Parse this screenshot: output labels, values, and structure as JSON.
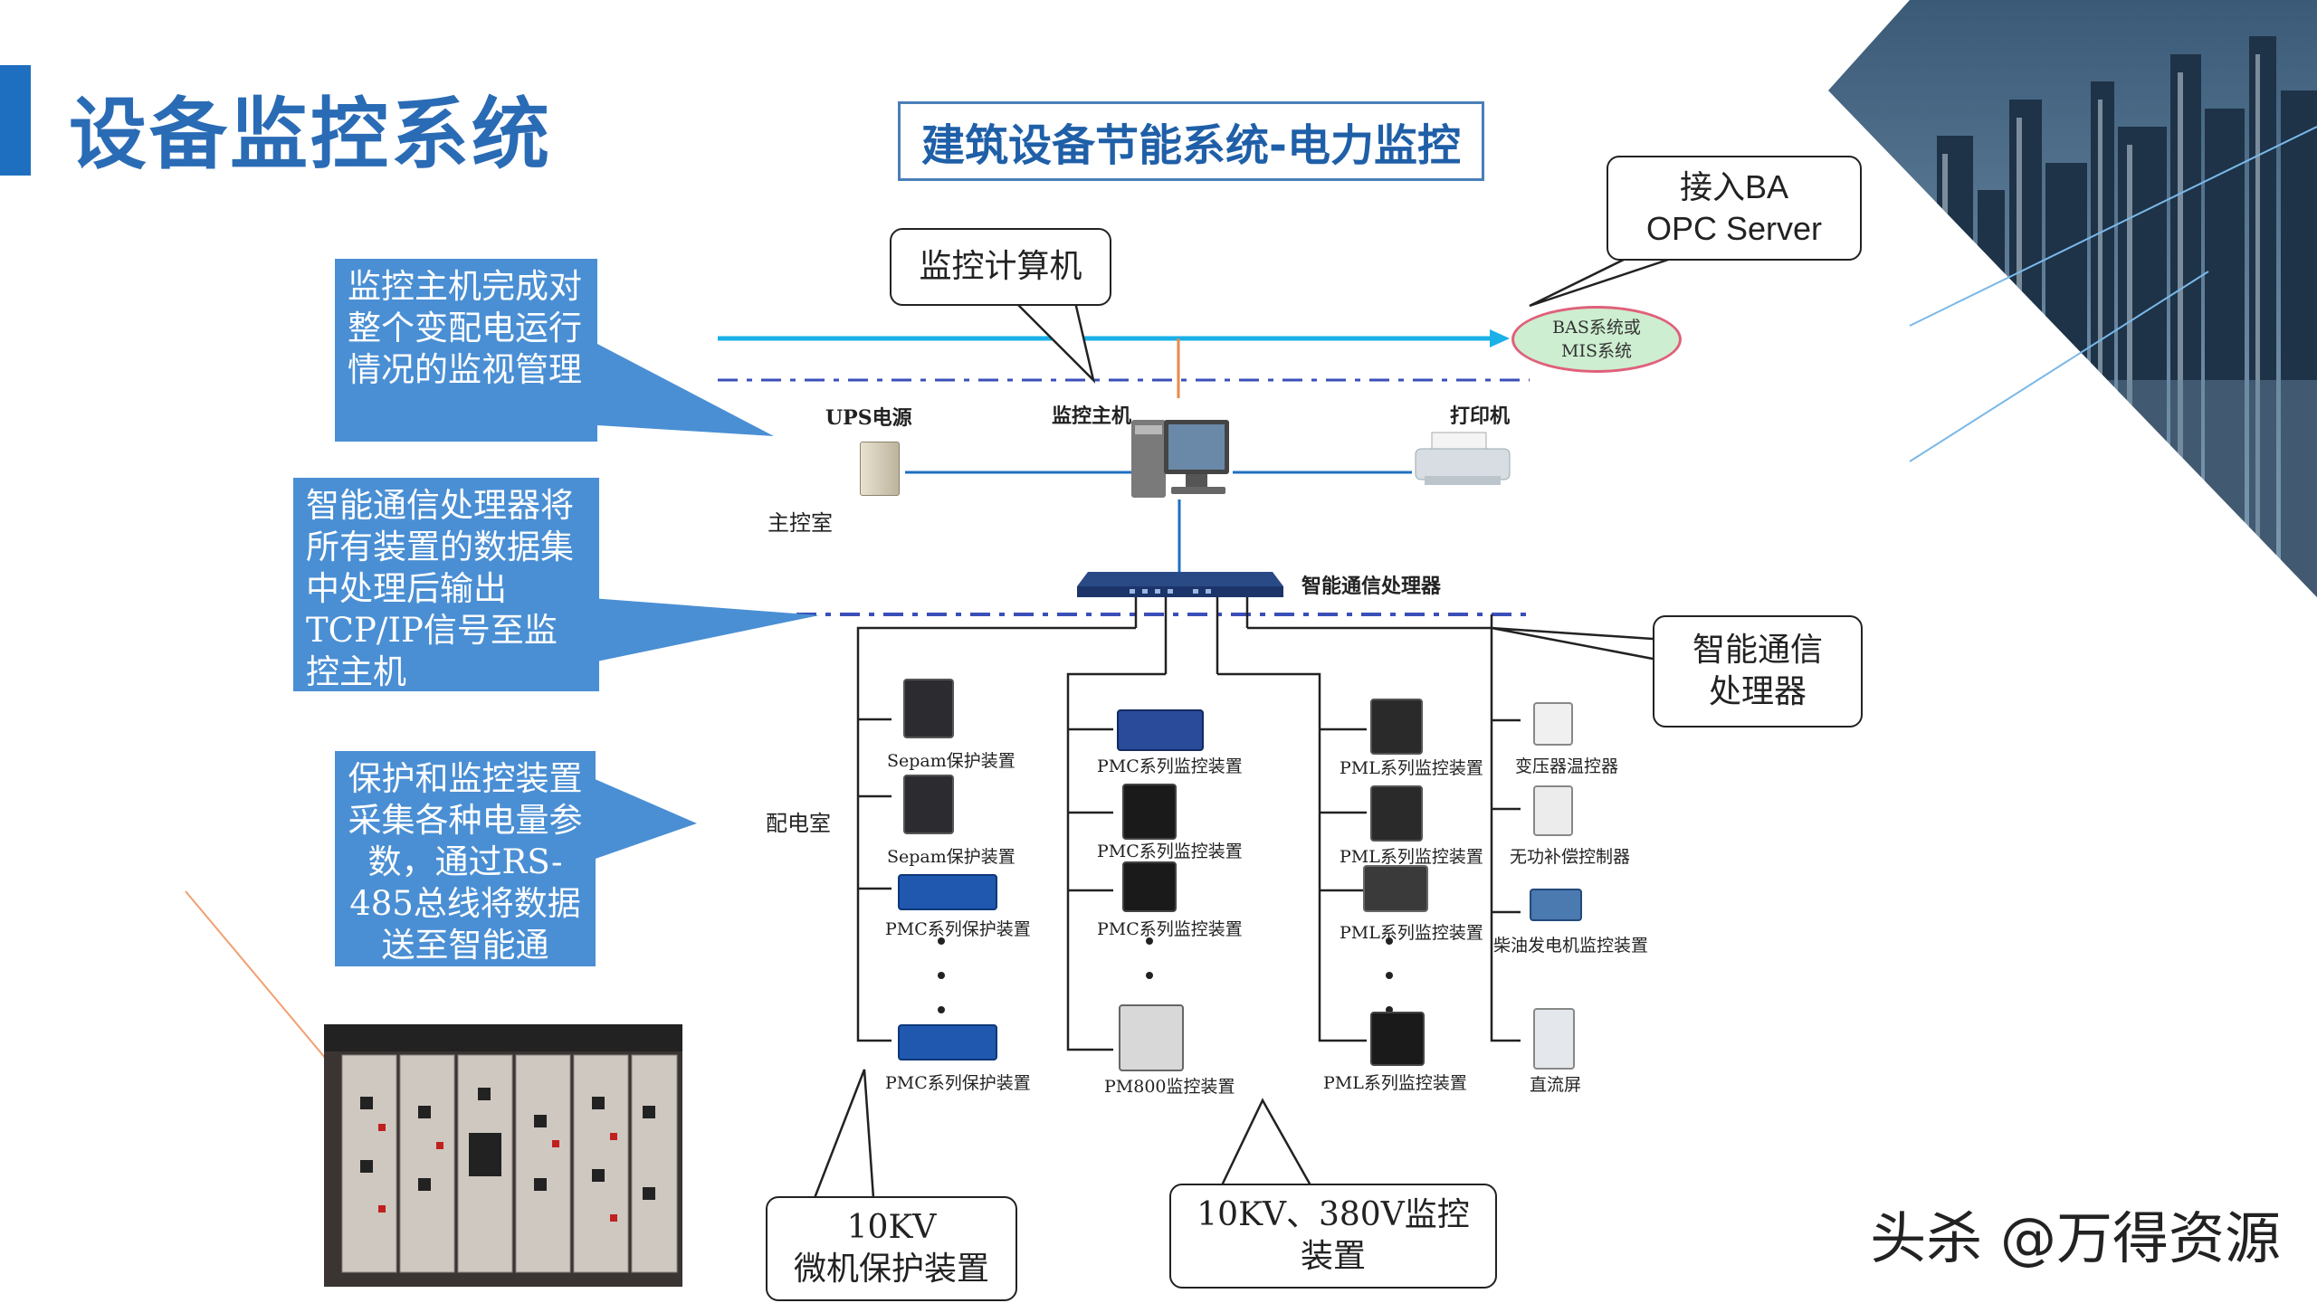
{
  "slide": {
    "title": "设备监控系统",
    "diagram_title": "建筑设备节能系统-电力监控",
    "watermark": "头杀 @万得资源"
  },
  "colors": {
    "accent": "#1f6fc0",
    "info_box": "#4a8fd4",
    "network_line": "#1ab0e8",
    "dashed_bus": "#3a4fb8",
    "bas_fill": "#cdeed0",
    "bas_border": "#e0607a"
  },
  "callouts": {
    "monitor_computer": "监控计算机",
    "ba_line1": "接入BA",
    "ba_line2": "OPC Server",
    "processor_line1": "智能通信",
    "processor_line2": "处理器",
    "relay_line1": "10KV",
    "relay_line2": "微机保护装置",
    "monitor_dev_line1": "10KV、380V监控",
    "monitor_dev_line2": "装置"
  },
  "info_boxes": {
    "host": "监控主机完成对整个变配电运行情况的监视管理",
    "processor": "智能通信处理器将所有装置的数据集中处理后输出TCP/IP信号至监控主机",
    "devices": "保护和监控装置采集各种电量参数，通过RS-485总线将数据送至智能通"
  },
  "bas": {
    "line1": "BAS系统或",
    "line2": "MIS系统"
  },
  "nodes": {
    "ups": "UPS电源",
    "host": "监控主机",
    "printer": "打印机",
    "control_room": "主控室",
    "comm_processor": "智能通信处理器",
    "distribution_room": "配电室"
  },
  "columns": {
    "col1": [
      "Sepam保护装置",
      "Sepam保护装置",
      "PMC系列保护装置",
      "PMC系列保护装置"
    ],
    "col2": [
      "PMC系列监控装置",
      "PMC系列监控装置",
      "PMC系列监控装置",
      "PM800监控装置"
    ],
    "col3": [
      "PML系列监控装置",
      "PML系列监控装置",
      "PML系列监控装置",
      "PML系列监控装置"
    ],
    "col4": [
      "变压器温控器",
      "无功补偿控制器",
      "柴油发电机监控装置",
      "直流屏"
    ]
  },
  "icons": {
    "ups": "ups-icon",
    "host": "computer-icon",
    "printer": "printer-icon",
    "processor": "network-switch-icon",
    "photo": "switchgear-photo",
    "city": "city-skyline-image"
  }
}
